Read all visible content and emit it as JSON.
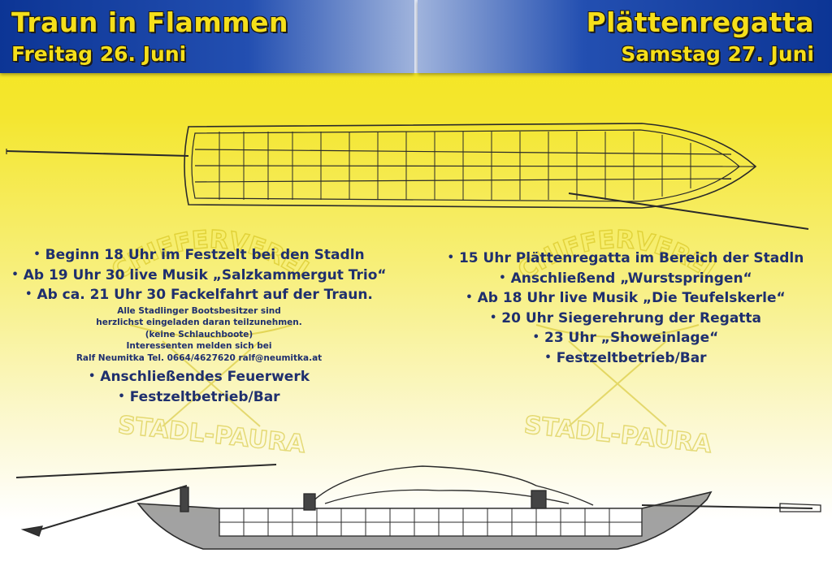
{
  "left": {
    "title": "Traun in Flammen",
    "subtitle": "Freitag 26. Juni",
    "items": [
      "Beginn 18 Uhr im Festzelt bei den Stadln",
      "Ab 19 Uhr 30 live Musik „Salzkammergut Trio“",
      "Ab ca. 21 Uhr 30 Fackelfahrt auf der Traun."
    ],
    "notes": [
      "Alle Stadlinger Bootsbesitzer sind",
      "herzlichst eingeladen daran teilzunehmen.",
      "(keine Schlauchboote)",
      "Interessenten melden sich bei",
      "Ralf Neumitka Tel. 0664/4627620 ralf@neumitka.at"
    ],
    "items2": [
      "Anschließendes Feuerwerk",
      "Festzeltbetrieb/Bar"
    ]
  },
  "right": {
    "title": "Plättenregatta",
    "subtitle": "Samstag 27. Juni",
    "items": [
      "15 Uhr Plättenregatta im Bereich der Stadln",
      "Anschließend „Wurstspringen“",
      "Ab 18 Uhr live Musik „Die Teufelskerle“",
      "20 Uhr Siegerehrung der Regatta",
      "23 Uhr „Showeinlage“",
      "Festzeltbetrieb/Bar"
    ]
  },
  "bullet": "•",
  "watermark": {
    "top": "SCHIFFERVEREIN",
    "bottom": "STADL-PAURA"
  },
  "colors": {
    "banner": "#1f4db0",
    "title_text": "#f5df1a",
    "body_text": "#1f2f6e",
    "background": "#f6e81a"
  }
}
